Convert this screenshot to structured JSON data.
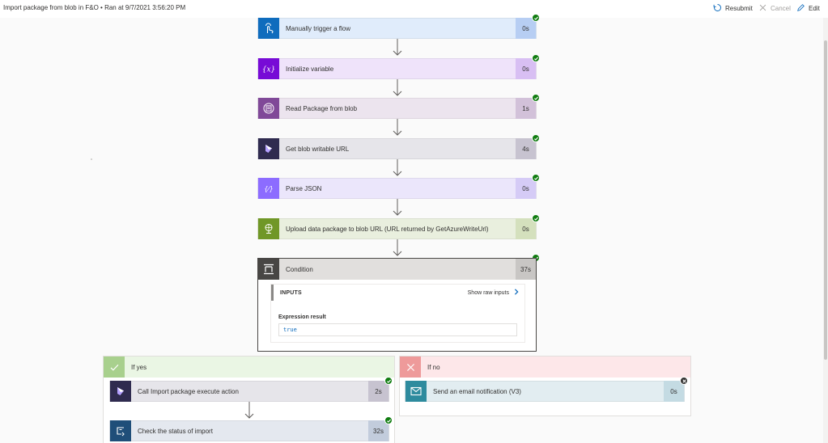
{
  "header": {
    "run_title": "Import package from blob in F&O • Ran at 9/7/2021 3:56:20 PM",
    "resubmit_label": "Resubmit",
    "cancel_label": "Cancel",
    "edit_label": "Edit"
  },
  "steps": [
    {
      "label": "Manually trigger a flow",
      "duration": "0s",
      "status": "succeeded",
      "icon": "hand-touch-icon",
      "accent": "#0f6cbd",
      "bg": "#e0ecfb",
      "dur_bg": "#b7cef3"
    },
    {
      "label": "Initialize variable",
      "duration": "0s",
      "status": "succeeded",
      "icon": "variable-x-icon",
      "accent": "#770bd6",
      "bg": "#efe3fa",
      "dur_bg": "#d8bff3"
    },
    {
      "label": "Read Package from blob",
      "duration": "1s",
      "status": "succeeded",
      "icon": "blob-storage-icon",
      "accent": "#804998",
      "bg": "#ece4ee",
      "dur_bg": "#d2c1d9"
    },
    {
      "label": "Get blob writable URL",
      "duration": "4s",
      "status": "succeeded",
      "icon": "dynamics-365-icon",
      "accent": "#2f2b4f",
      "bg": "#e6e5ea",
      "dur_bg": "#c7c3d0"
    },
    {
      "label": "Parse JSON",
      "duration": "0s",
      "status": "succeeded",
      "icon": "parse-json-icon",
      "accent": "#8c6cff",
      "bg": "#ebe6fb",
      "dur_bg": "#d5cbf6"
    },
    {
      "label": "Upload data package to blob URL (URL returned by GetAzureWriteUrl)",
      "duration": "0s",
      "status": "succeeded",
      "icon": "http-globe-icon",
      "accent": "#709727",
      "bg": "#e9efde",
      "dur_bg": "#d4e0bd"
    }
  ],
  "condition": {
    "label": "Condition",
    "duration": "37s",
    "status": "succeeded",
    "icon": "condition-icon",
    "inputs_title": "INPUTS",
    "raw_inputs_label": "Show raw inputs",
    "expression_label": "Expression result",
    "expression_value": "true"
  },
  "branches": {
    "yes": {
      "label": "If yes",
      "icon": "checkmark-icon",
      "steps": [
        {
          "label": "Call Import package execute action",
          "duration": "2s",
          "status": "succeeded",
          "icon": "dynamics-365-icon",
          "accent": "#2f2b4f",
          "bg": "#e6e5ea",
          "dur_bg": "#c7c3d0"
        },
        {
          "label": "Check the status of import",
          "duration": "32s",
          "status": "succeeded",
          "icon": "do-until-loop-icon",
          "accent": "#1f4e79",
          "bg": "#e4e8ef",
          "dur_bg": "#c2ccdc"
        }
      ]
    },
    "no": {
      "label": "If no",
      "icon": "dismiss-icon",
      "steps": [
        {
          "label": "Send an email notification (V3)",
          "duration": "0s",
          "status": "skipped",
          "icon": "mail-icon",
          "accent": "#2e8b9e",
          "bg": "#e2edf1",
          "dur_bg": "#c4dbe3"
        }
      ]
    }
  }
}
